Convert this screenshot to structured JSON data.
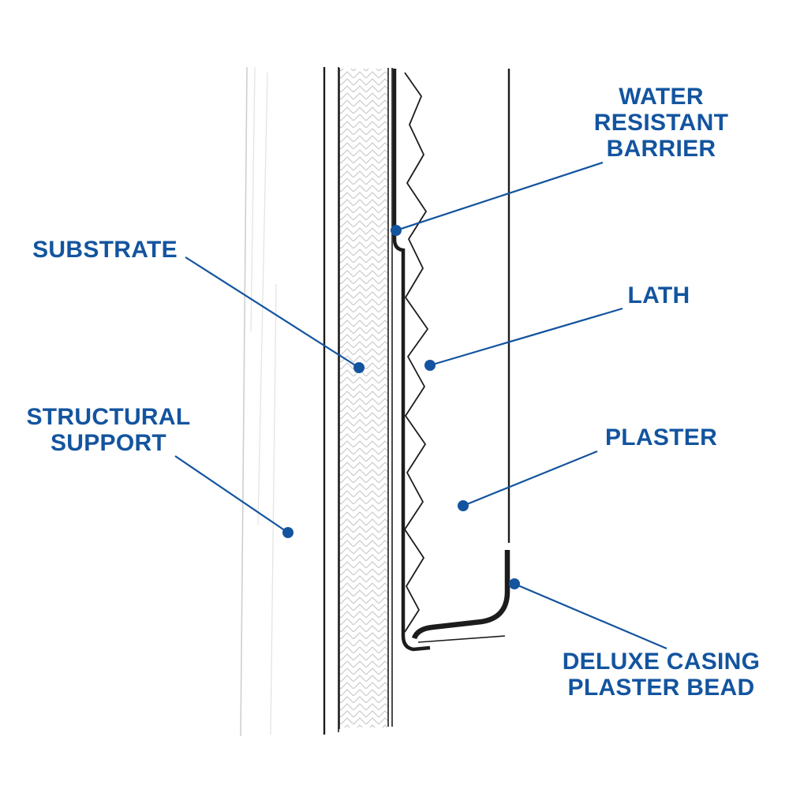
{
  "labels": {
    "water_resistant_barrier": [
      "WATER",
      "RESISTANT",
      "BARRIER"
    ],
    "substrate": [
      "SUBSTRATE"
    ],
    "lath": [
      "LATH"
    ],
    "structural_support": [
      "STRUCTURAL",
      "SUPPORT"
    ],
    "plaster": [
      "PLASTER"
    ],
    "deluxe_casing_plaster_bead": [
      "DELUXE CASING",
      "PLASTER BEAD"
    ]
  },
  "colors": {
    "label-blue": "#13549f",
    "leader-blue": "#13549f",
    "line-dark": "#1c1c1c",
    "stud-gray": "#cfcfcf",
    "grain-gray": "#e4e4e4",
    "hatch-gray": "#c6c6c6"
  }
}
